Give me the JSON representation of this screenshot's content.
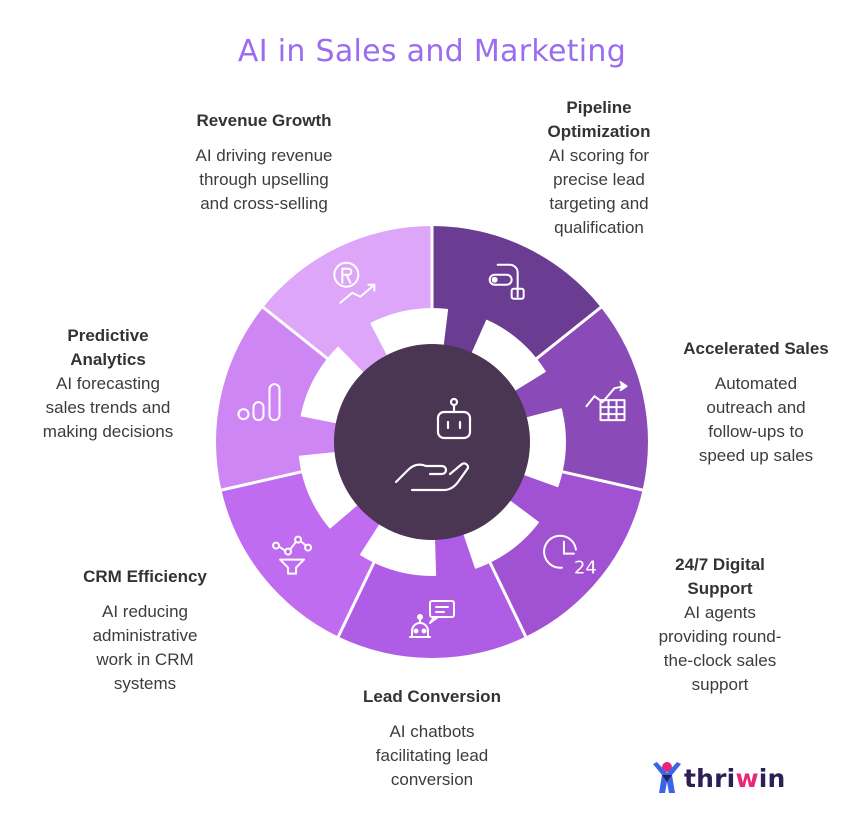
{
  "title": "AI in Sales and Marketing",
  "segments": [
    {
      "id": "pipeline",
      "heading": "Pipeline Optimization",
      "head_lines": [
        "Pipeline",
        "Optimization"
      ],
      "desc_lines": [
        "AI scoring for",
        "precise lead",
        "targeting and",
        "qualification"
      ],
      "color": "#6b3d92",
      "icon": "route-icon"
    },
    {
      "id": "accelerated",
      "heading": "Accelerated Sales",
      "head_lines": [
        "Accelerated Sales"
      ],
      "desc_lines": [
        "Automated",
        "outreach and",
        "follow-ups to",
        "speed up sales"
      ],
      "color": "#8a4ab8",
      "icon": "chart-table-icon"
    },
    {
      "id": "support",
      "heading": "24/7 Digital Support",
      "head_lines": [
        "24/7 Digital",
        "Support"
      ],
      "desc_lines": [
        "AI agents",
        "providing round-",
        "the-clock sales",
        "support"
      ],
      "color": "#a052d3",
      "icon": "clock-24-icon"
    },
    {
      "id": "lead",
      "heading": "Lead Conversion",
      "head_lines": [
        "Lead Conversion"
      ],
      "desc_lines": [
        "AI chatbots",
        "facilitating lead",
        "conversion"
      ],
      "color": "#b05de6",
      "icon": "chatbot-icon"
    },
    {
      "id": "crm",
      "heading": "CRM Efficiency",
      "head_lines": [
        "CRM Efficiency"
      ],
      "desc_lines": [
        "AI reducing",
        "administrative",
        "work in CRM",
        "systems"
      ],
      "color": "#bf6cf0",
      "icon": "funnel-network-icon"
    },
    {
      "id": "predictive",
      "heading": "Predictive Analytics",
      "head_lines": [
        "Predictive",
        "Analytics"
      ],
      "desc_lines": [
        "AI forecasting",
        "sales trends and",
        "making decisions"
      ],
      "color": "#cf86f5",
      "icon": "bar-chart-icon"
    },
    {
      "id": "revenue",
      "heading": "Revenue Growth",
      "head_lines": [
        "Revenue Growth"
      ],
      "desc_lines": [
        "AI driving revenue",
        "through upselling",
        "and cross-selling"
      ],
      "color": "#dea6f8",
      "icon": "rupee-growth-icon"
    }
  ],
  "center": {
    "color": "#4a3552",
    "icon": "robot-hand-icon"
  },
  "logo": {
    "text_before": "thri",
    "text_highlight": "w",
    "text_after": "in",
    "icon": "person-logo-icon",
    "colors": {
      "dark": "#2b1f55",
      "accent": "#e8277a",
      "blue": "#3c64e8"
    }
  }
}
